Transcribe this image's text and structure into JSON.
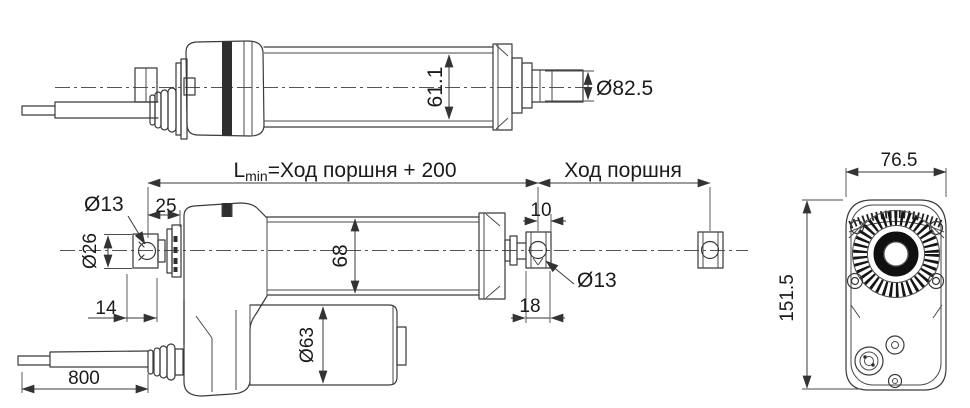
{
  "drawing": {
    "background": "#ffffff",
    "line_color": "#3a3a3a",
    "language": "ru",
    "views": {
      "top_view": {
        "dimensions": {
          "tube_inner_diameter": "61.1",
          "rod_end_diameter": "Ø82.5"
        }
      },
      "front_view": {
        "dimensions": {
          "min_length_prefix": "L",
          "min_length_subscript": "min",
          "min_length_formula": "=Ход поршня + 200",
          "piston_stroke": "Ход поршня",
          "rear_offset": "25",
          "rear_pin_hole": "Ø13",
          "rear_clevis_diameter": "Ø26",
          "rear_pin_to_face": "14",
          "tube_diameter": "68",
          "front_pin_to_face": "10",
          "front_clevis_width": "18",
          "front_pin_hole": "Ø13",
          "motor_diameter": "Ø63",
          "cable_length": "800"
        }
      },
      "side_view": {
        "dimensions": {
          "body_width": "76.5",
          "body_height": "151.5"
        }
      }
    }
  }
}
